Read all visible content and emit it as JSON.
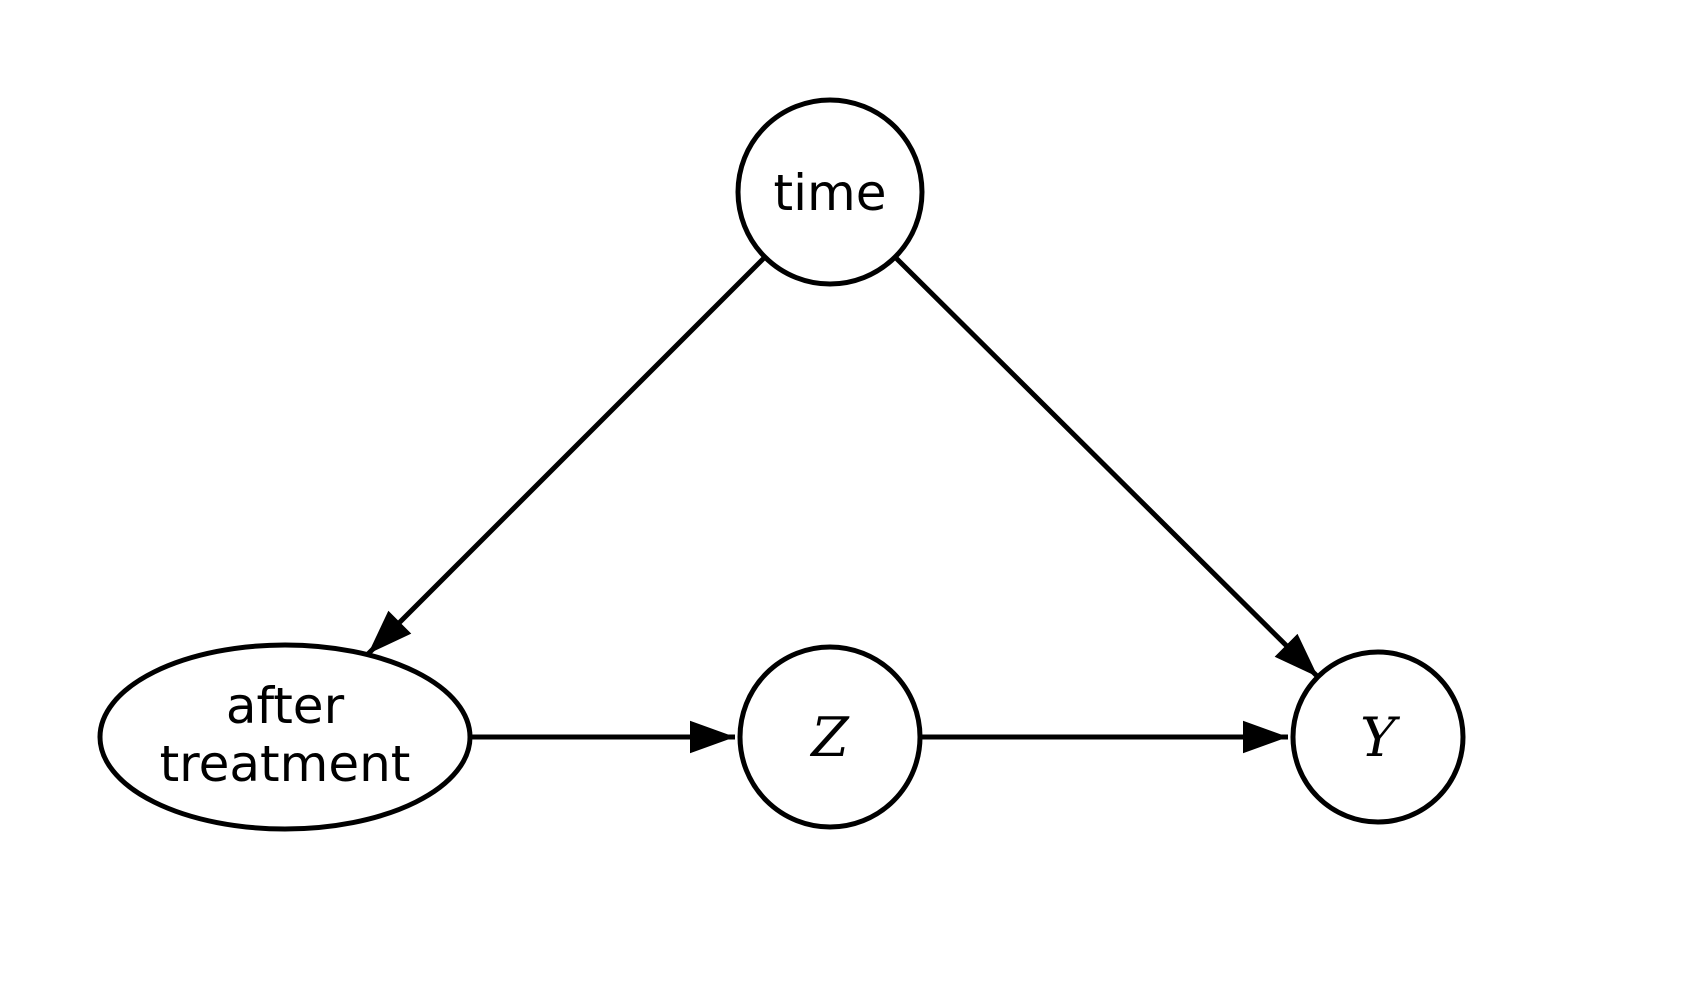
{
  "diagram": {
    "type": "causal-dag",
    "background_color": "#ffffff",
    "line_color": "#000000",
    "nodes": {
      "time": {
        "label": "time",
        "shape": "circle"
      },
      "after_treatment": {
        "label_line1": "after",
        "label_line2": "treatment",
        "shape": "ellipse"
      },
      "z": {
        "label": "Z",
        "shape": "circle"
      },
      "y": {
        "label": "Y",
        "shape": "circle"
      }
    },
    "edges": [
      {
        "from": "time",
        "to": "after treatment",
        "style": "arrow"
      },
      {
        "from": "time",
        "to": "Y",
        "style": "arrow"
      },
      {
        "from": "after treatment",
        "to": "Z",
        "style": "arrow"
      },
      {
        "from": "Z",
        "to": "Y",
        "style": "arrow"
      }
    ]
  }
}
